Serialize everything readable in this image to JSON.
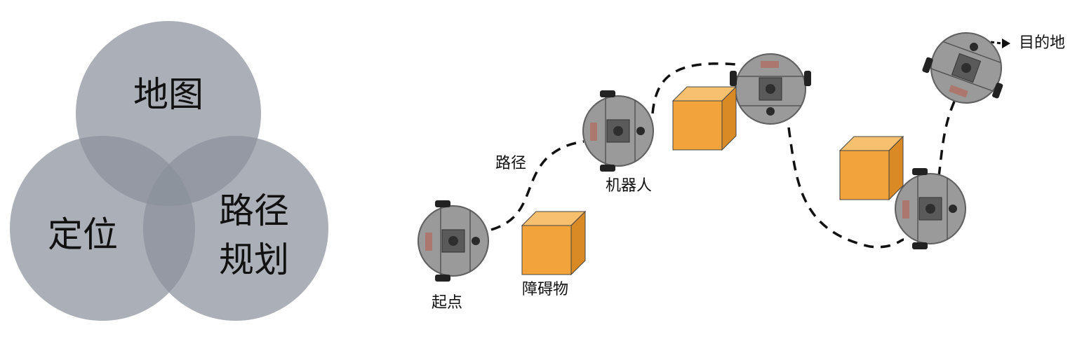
{
  "venn": {
    "map": "地图",
    "localization": "定位",
    "path_planning_line1": "路径",
    "path_planning_line2": "规划"
  },
  "scene": {
    "start": "起点",
    "obstacle": "障碍物",
    "path": "路径",
    "robot": "机器人",
    "destination": "目的地"
  },
  "colors": {
    "venn_circle": "#8a909b",
    "obstacle_front": "#f2a33c",
    "obstacle_top": "#f7c06f",
    "obstacle_side": "#d98a24",
    "robot_body": "#9a9a9a",
    "path_line": "#111111"
  }
}
